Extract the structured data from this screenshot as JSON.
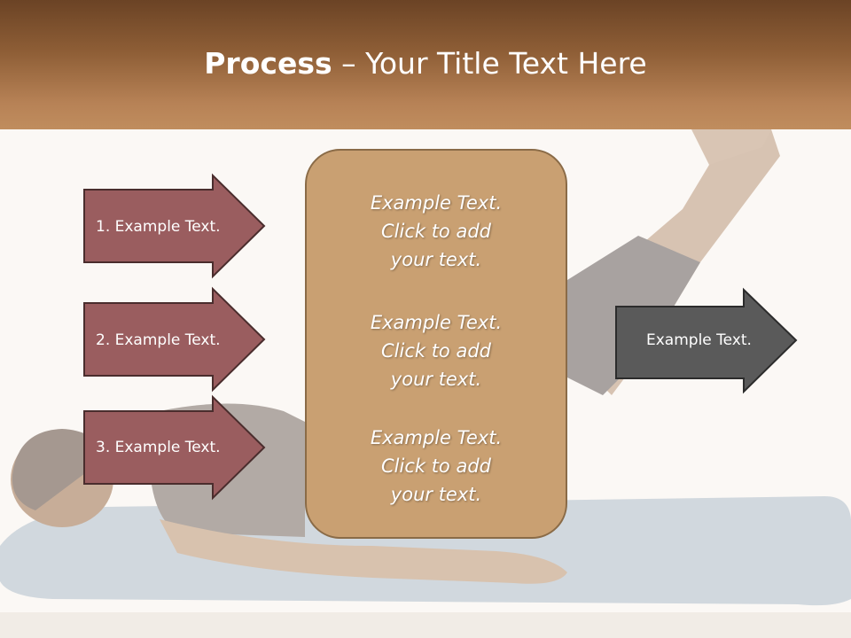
{
  "slide": {
    "title_bold": "Process",
    "title_rest": " – Your Title Text Here",
    "left_arrows": [
      {
        "label": "1. Example Text."
      },
      {
        "label": "2. Example Text."
      },
      {
        "label": "3. Example Text."
      }
    ],
    "center_box": {
      "blocks": [
        {
          "lines": [
            "Example Text.",
            "Click  to add",
            "your text."
          ]
        },
        {
          "lines": [
            "Example Text.",
            "Click  to add",
            "your text."
          ]
        },
        {
          "lines": [
            "Example Text.",
            "Click  to add",
            "your text."
          ]
        }
      ]
    },
    "right_arrow": {
      "label": "Example Text."
    }
  },
  "colors": {
    "header_top": "#6b4325",
    "header_bottom": "#c08d5e",
    "left_arrow_fill": "#9a5d5f",
    "center_box_fill": "#c9a072",
    "right_arrow_fill": "#5a5a5a"
  }
}
